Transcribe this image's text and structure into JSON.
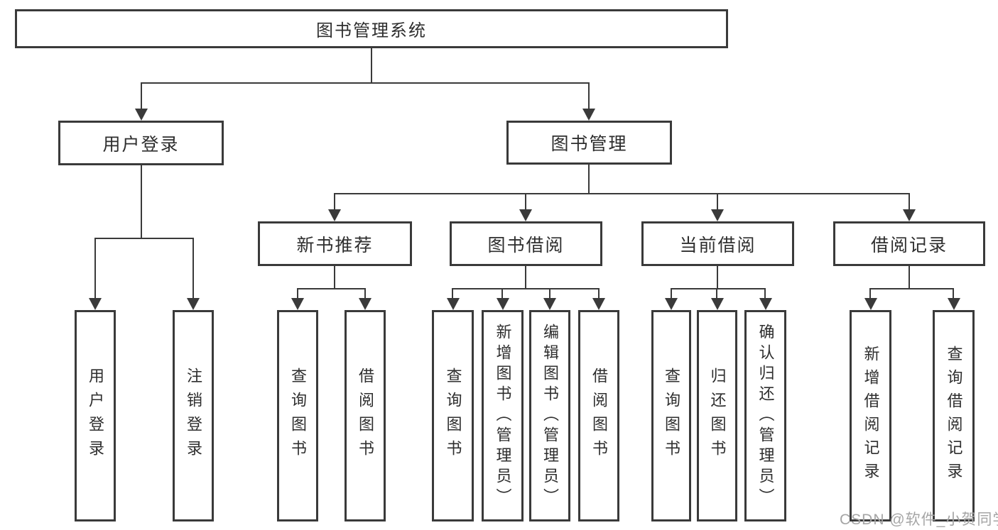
{
  "tree": {
    "root": {
      "label": "图书管理系统",
      "children": [
        {
          "label": "用户登录",
          "children": [
            {
              "label": "用户登录"
            },
            {
              "label": "注销登录"
            }
          ]
        },
        {
          "label": "图书管理",
          "children": [
            {
              "label": "新书推荐",
              "children": [
                {
                  "label": "查询图书"
                },
                {
                  "label": "借阅图书"
                }
              ]
            },
            {
              "label": "图书借阅",
              "children": [
                {
                  "label": "查询图书"
                },
                {
                  "label": "新增图书（管理员）"
                },
                {
                  "label": "编辑图书（管理员）"
                },
                {
                  "label": "借阅图书"
                }
              ]
            },
            {
              "label": "当前借阅",
              "children": [
                {
                  "label": "查询图书"
                },
                {
                  "label": "归还图书"
                },
                {
                  "label": "确认归还（管理员）"
                }
              ]
            },
            {
              "label": "借阅记录",
              "children": [
                {
                  "label": "新增借阅记录"
                },
                {
                  "label": "查询借阅记录"
                }
              ]
            }
          ]
        }
      ]
    }
  },
  "watermark": {
    "text": "CSDN @软件_小贺同学"
  },
  "colors": {
    "line": "#3a3a3a",
    "text": "#2e2e2e",
    "box_bg": "#ffffff",
    "watermark": "#a5a5a5"
  }
}
